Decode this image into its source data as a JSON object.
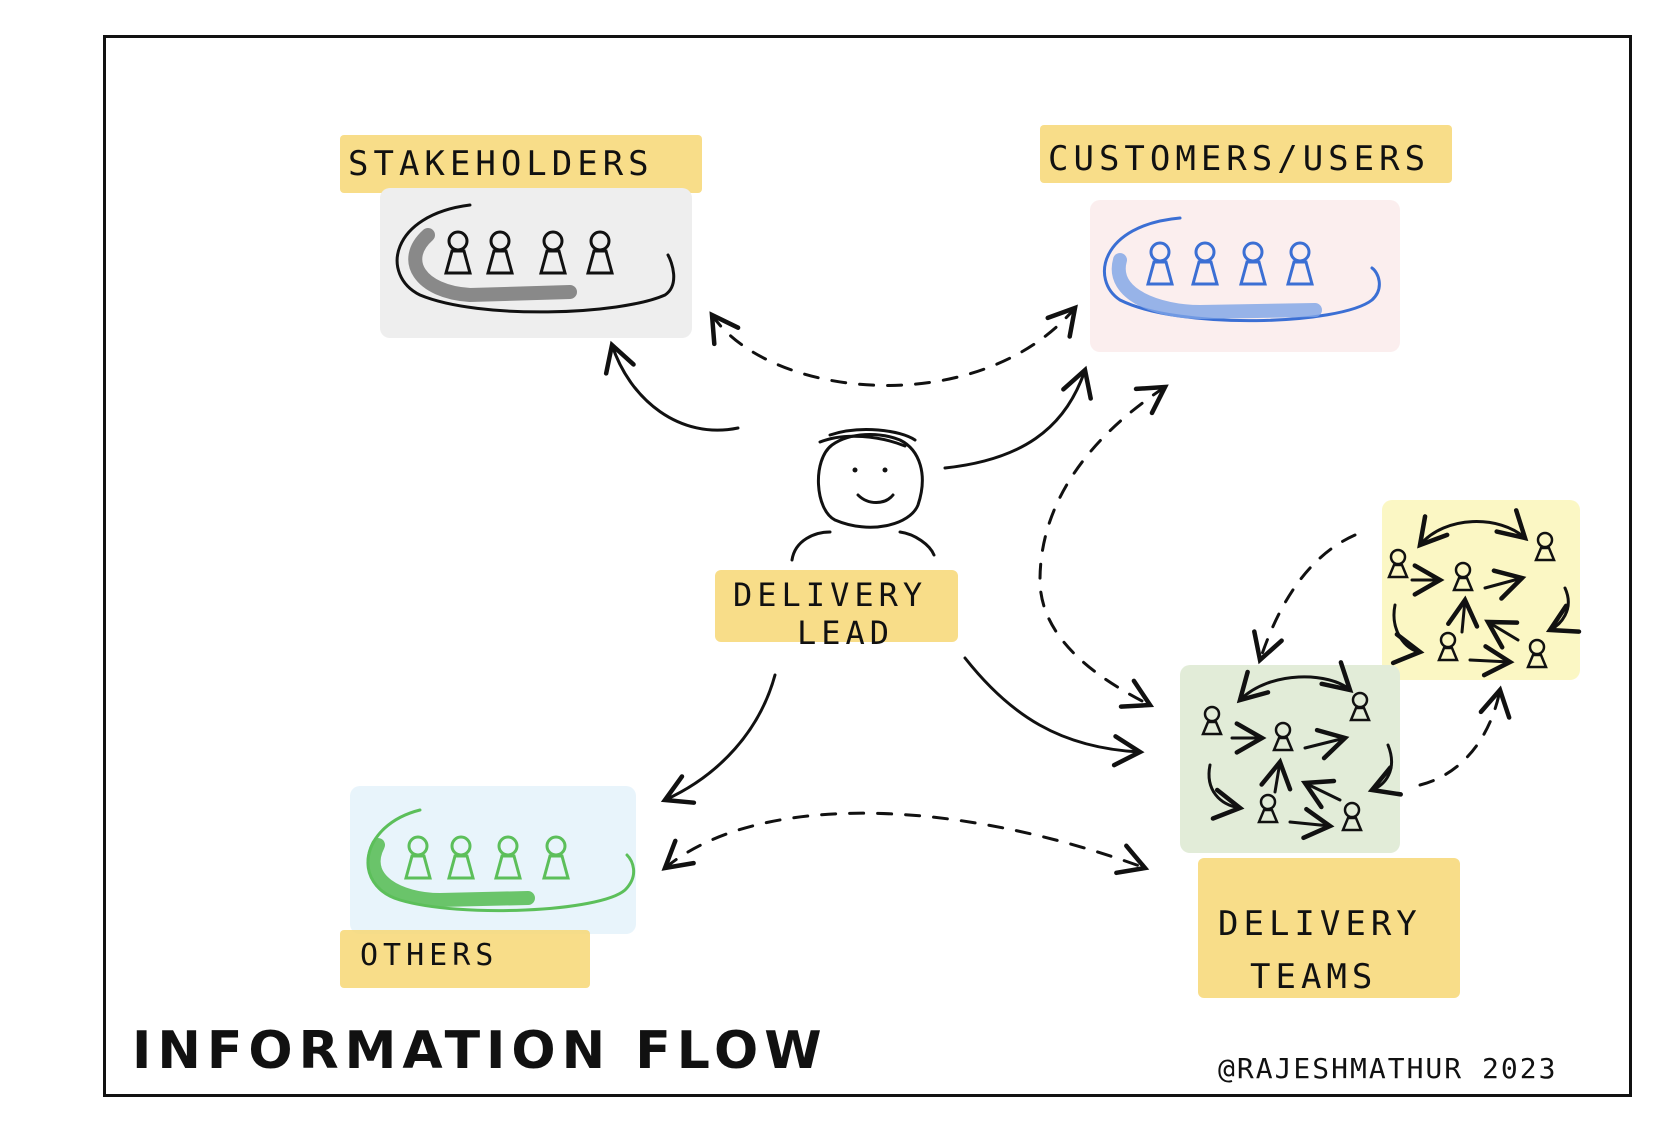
{
  "labels": {
    "stakeholders": "STAKEHOLDERS",
    "customers": "CUSTOMERS/USERS",
    "delivery_lead_line1": "DELIVERY",
    "delivery_lead_line2": "LEAD",
    "others": "OTHERS",
    "delivery_teams_line1": "DELIVERY",
    "delivery_teams_line2": "TEAMS"
  },
  "title": "INFORMATION FLOW",
  "credit": "@RAJESHMATHUR 2023",
  "colors": {
    "highlight": "#f7d774",
    "stakeholders_box": "#eeeeee",
    "stakeholders_ink": "#111111",
    "customers_box": "#fbeeee",
    "customers_ink": "#3b6fd4",
    "others_box": "#e8f4fb",
    "others_ink": "#5cbf5a",
    "team_box_green": "#e2ecd8",
    "team_box_yellow": "#fbf7c4"
  }
}
